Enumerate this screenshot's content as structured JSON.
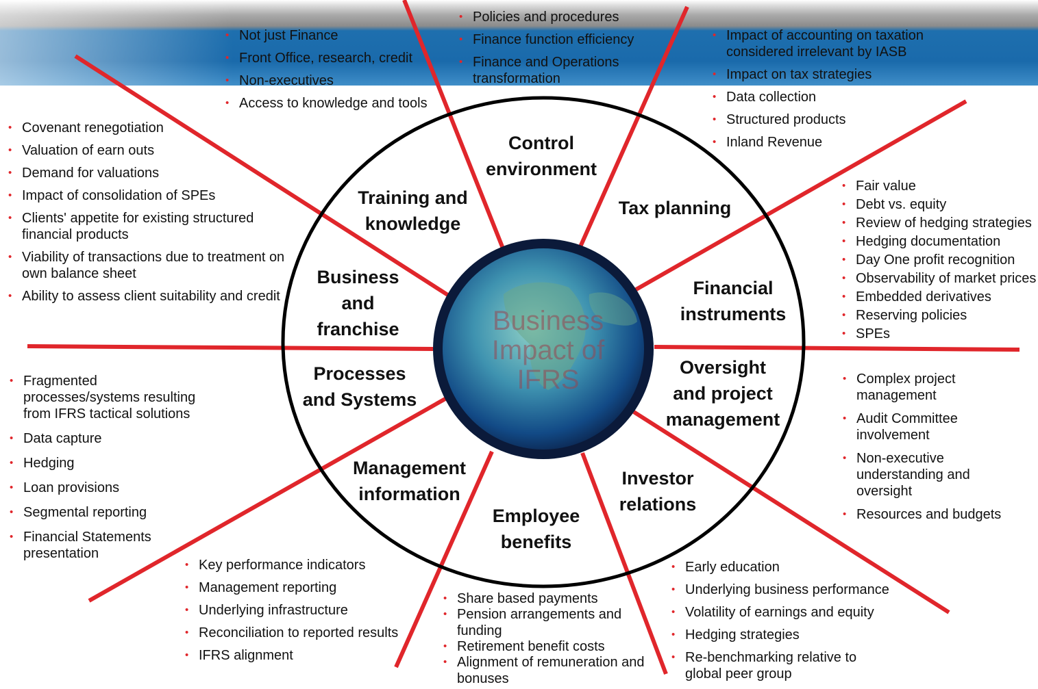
{
  "diagram": {
    "center_label": "Business\nImpact of\nIFRS",
    "colors": {
      "spoke": "#e0262b",
      "ring": "#000000",
      "bullet": "#e0262b",
      "banner": "#1a6aab"
    },
    "segments": {
      "control": "Control\nenvironment",
      "tax": "Tax planning",
      "financial": "Financial\ninstruments",
      "oversight": "Oversight\nand project\nmanagement",
      "investor": "Investor\nrelations",
      "employee": "Employee\nbenefits",
      "mgmt": "Management\ninformation",
      "processes": "Processes\nand Systems",
      "business": "Business\nand\nfranchise",
      "training": "Training and\nknowledge"
    },
    "bullets": {
      "training": [
        "Not just Finance",
        "Front Office, research, credit",
        "Non-executives",
        "Access to knowledge and tools"
      ],
      "control": [
        "Policies and procedures",
        "Finance function efficiency",
        "Finance and Operations\ntransformation"
      ],
      "tax": [
        "Impact of accounting on taxation\nconsidered irrelevant by IASB",
        "Impact on tax strategies",
        "Data collection",
        "Structured products",
        "Inland Revenue"
      ],
      "business": [
        "Covenant renegotiation",
        "Valuation of earn outs",
        "Demand for valuations",
        "Impact of consolidation of SPEs",
        "Clients' appetite for existing structured\nfinancial products",
        "Viability of transactions due to treatment on\nown balance sheet",
        "Ability to assess client suitability and credit"
      ],
      "financial": [
        "Fair value",
        "Debt vs. equity",
        "Review of hedging strategies",
        "Hedging documentation",
        "Day One profit recognition",
        "Observability of market prices",
        "Embedded derivatives",
        "Reserving policies",
        "SPEs"
      ],
      "processes": [
        "Fragmented\nprocesses/systems resulting\nfrom IFRS tactical solutions",
        "Data capture",
        "Hedging",
        "Loan provisions",
        "Segmental reporting",
        "Financial Statements\npresentation"
      ],
      "oversight": [
        "Complex project\nmanagement",
        "Audit Committee\ninvolvement",
        "Non-executive\nunderstanding and\noversight",
        "Resources and budgets"
      ],
      "mgmt": [
        "Key performance indicators",
        "Management reporting",
        "Underlying infrastructure",
        "Reconciliation to reported results",
        "IFRS alignment"
      ],
      "employee": [
        "Share based payments",
        "Pension arrangements and\nfunding",
        "Retirement benefit costs",
        "Alignment of remuneration and\nbonuses"
      ],
      "investor": [
        "Early education",
        "Underlying business performance",
        "Volatility of earnings and equity",
        "Hedging strategies",
        "Re-benchmarking relative to\nglobal peer group"
      ]
    }
  }
}
